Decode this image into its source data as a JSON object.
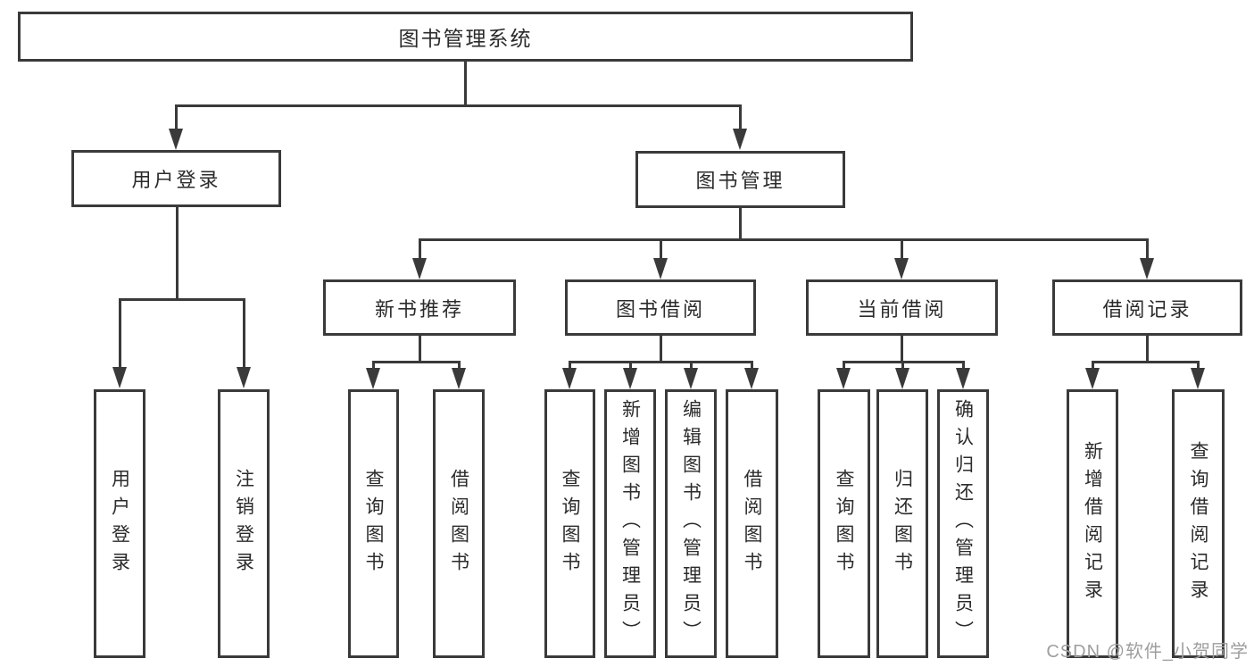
{
  "diagram": {
    "title": "图书管理系统",
    "root": {
      "label": "图书管理系统",
      "children": [
        {
          "label": "用户登录",
          "children": [
            {
              "label": "用户登录"
            },
            {
              "label": "注销登录"
            }
          ]
        },
        {
          "label": "图书管理",
          "children": [
            {
              "label": "新书推荐",
              "children": [
                {
                  "label": "查询图书"
                },
                {
                  "label": "借阅图书"
                }
              ]
            },
            {
              "label": "图书借阅",
              "children": [
                {
                  "label": "查询图书"
                },
                {
                  "label": "新增图书（管理员）"
                },
                {
                  "label": "编辑图书（管理员）"
                },
                {
                  "label": "借阅图书"
                }
              ]
            },
            {
              "label": "当前借阅",
              "children": [
                {
                  "label": "查询图书"
                },
                {
                  "label": "归还图书"
                },
                {
                  "label": "确认归还（管理员）"
                }
              ]
            },
            {
              "label": "借阅记录",
              "children": [
                {
                  "label": "新增借阅记录"
                },
                {
                  "label": "查询借阅记录"
                }
              ]
            }
          ]
        }
      ]
    },
    "watermark": "CSDN @软件_小贺同学",
    "colors": {
      "line": "#3a3a3a",
      "text": "#2b2b2b",
      "background": "#ffffff",
      "watermark": "#9e9e9e"
    }
  }
}
